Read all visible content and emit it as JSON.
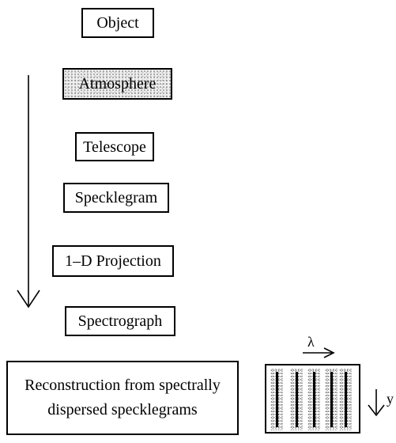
{
  "flow": {
    "object": "Object",
    "atmosphere": "Atmosphere",
    "telescope": "Telescope",
    "specklegram": "Specklegram",
    "projection": "1–D Projection",
    "spectrograph": "Spectrograph",
    "reconstruction_line1": "Reconstruction from spectrally",
    "reconstruction_line2": "dispersed specklegrams"
  },
  "inset": {
    "lambda_label": "λ",
    "y_label": "y"
  }
}
